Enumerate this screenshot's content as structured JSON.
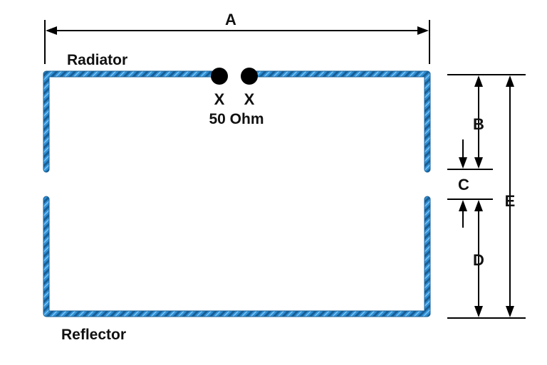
{
  "diagram": {
    "labels": {
      "radiator": "Radiator",
      "reflector": "Reflector",
      "feed_left": "X",
      "feed_right": "X",
      "impedance": "50 Ohm"
    },
    "dimensions": {
      "a": "A",
      "b": "B",
      "c": "C",
      "d": "D",
      "e": "E"
    },
    "colors": {
      "wire": "#2f8fd6",
      "wire_dark": "#1a5f95",
      "wire_light": "#7cc3f0",
      "feed_point": "#000000",
      "dimension_line": "#000000",
      "text": "#111111"
    }
  }
}
